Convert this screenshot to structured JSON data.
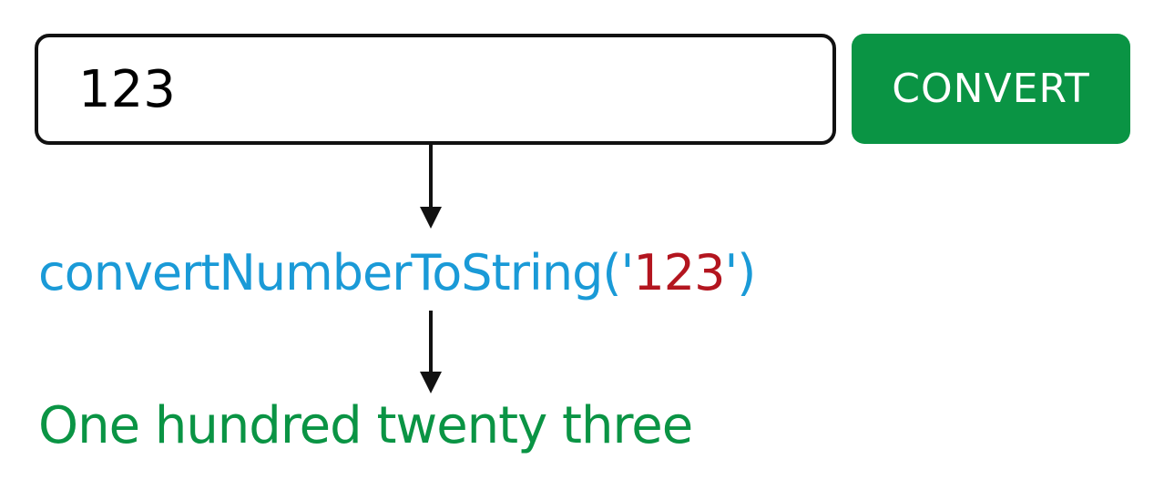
{
  "input": {
    "value": "123"
  },
  "button": {
    "label": "CONVERT"
  },
  "call": {
    "function_prefix": "convertNumberToString('",
    "argument": "123",
    "function_suffix": "')"
  },
  "result": {
    "text": "One hundred twenty three"
  },
  "colors": {
    "button_bg": "#0a9444",
    "function_text": "#1a9ad7",
    "argument_text": "#b3151f",
    "result_text": "#0a9444",
    "arrow": "#111111"
  },
  "icons": {
    "arrow_1": "arrow-down-icon",
    "arrow_2": "arrow-down-icon"
  }
}
